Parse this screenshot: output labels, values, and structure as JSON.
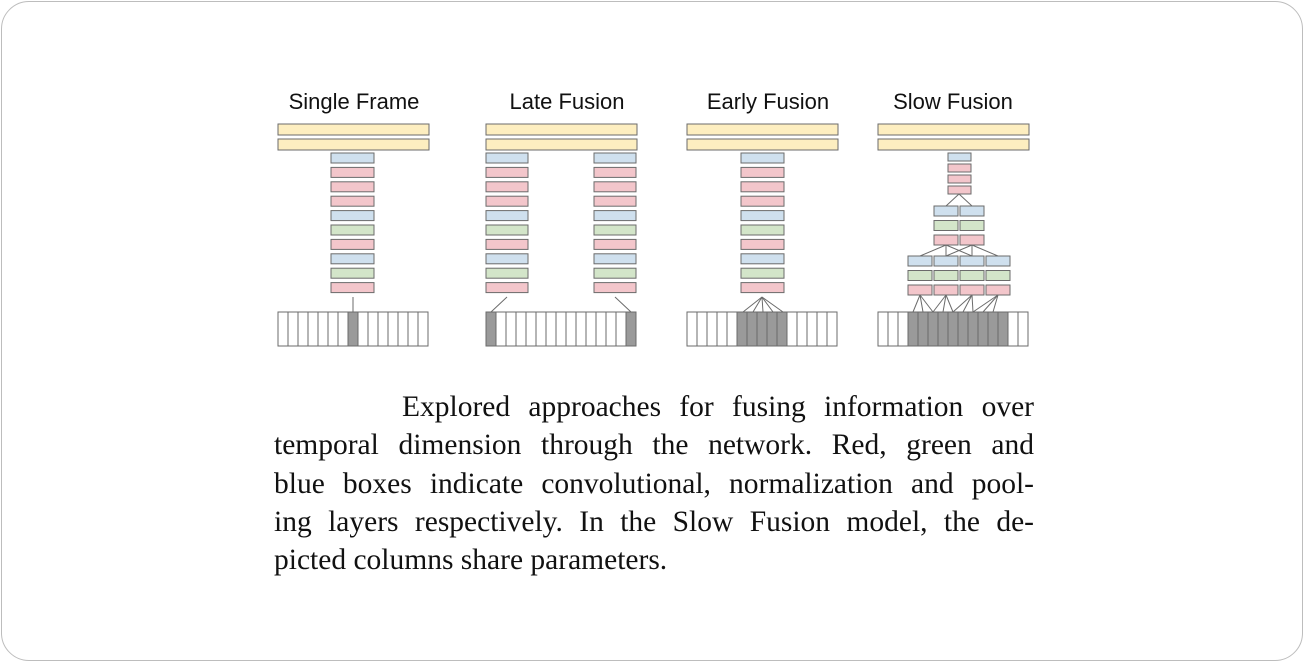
{
  "figure": {
    "titles": [
      "Single Frame",
      "Late Fusion",
      "Early Fusion",
      "Slow Fusion"
    ],
    "colors": {
      "fc": "#fdeec0",
      "conv": "#f3c6cb",
      "norm": "#d3e5c9",
      "pool": "#cfe0ee",
      "frame": "#ffffff",
      "frame_active": "#9a9a9a",
      "stroke": "#6b6b6b"
    },
    "column_layers": [
      "pool",
      "conv",
      "conv",
      "conv",
      "pool",
      "norm",
      "conv",
      "pool",
      "norm",
      "conv"
    ]
  },
  "caption": {
    "lines": [
      "Explored approaches for fusing information over",
      "temporal dimension through the network.  Red, green and",
      "blue boxes indicate convolutional, normalization and pool-",
      "ing layers respectively.  In the Slow Fusion model, the de-",
      "picted columns share parameters."
    ]
  }
}
